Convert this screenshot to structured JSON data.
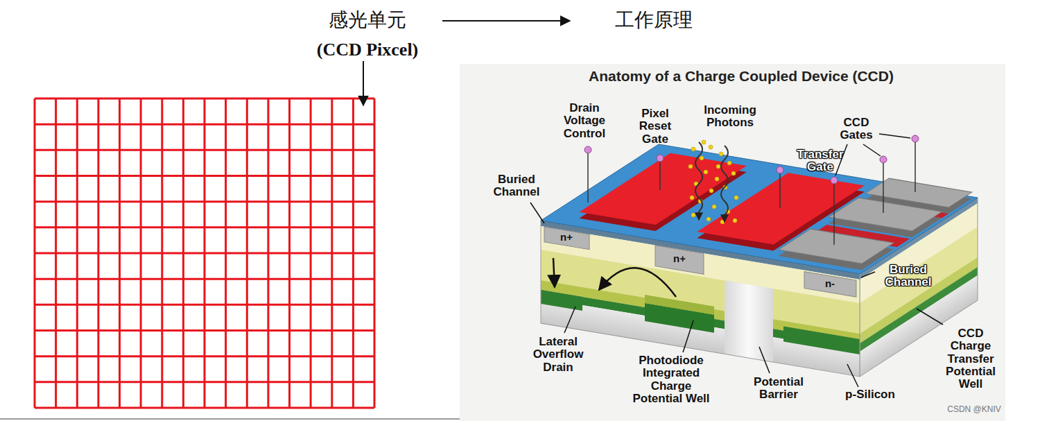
{
  "diagram": {
    "labels": [
      "感光单元",
      "(CCD Pixcel)",
      "工作原理",
      "Anatomy of a Charge Coupled Device (CCD)",
      "Drain Voltage Control",
      "Pixel Reset Gate",
      "Incoming Photons",
      "CCD Gates",
      "Buried Channel",
      "Transfer Gate",
      "n+",
      "n+",
      "Buried Channel",
      "n-",
      "Lateral Overflow Drain",
      "Photodiode Integrated Charge Potential Well",
      "Potential Barrier",
      "p-Silicon",
      "CCD Charge Transfer Potential Well",
      "CSDN @KNIV"
    ]
  }
}
